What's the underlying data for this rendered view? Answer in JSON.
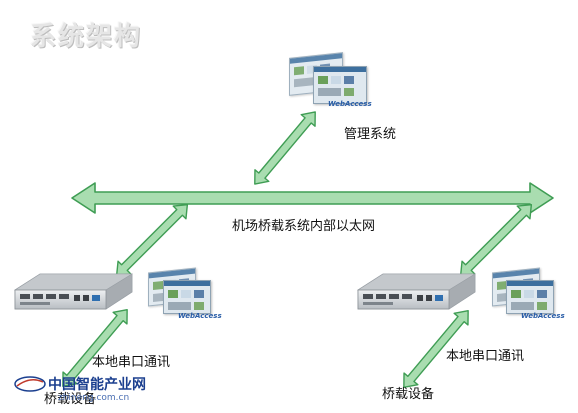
{
  "title": "系统架构",
  "labels": {
    "management": "管理系统",
    "network": "机场桥载系统内部以太网",
    "serial_left": "本地串口通讯",
    "serial_right": "本地串口通讯",
    "device_left": "桥载设备",
    "device_right": "桥载设备"
  },
  "software_brand": "WebAccess",
  "watermark": {
    "name": "中国智能产业网",
    "url": "zhineng.com.cn"
  },
  "colors": {
    "arrow_fill": "#a9ddb0",
    "arrow_stroke": "#3f9d54",
    "device_body": "#d4d7da"
  },
  "icons": [
    "management-workstation-icon",
    "industrial-computer-icon",
    "webaccess-screen-icon",
    "double-arrow-icon"
  ]
}
